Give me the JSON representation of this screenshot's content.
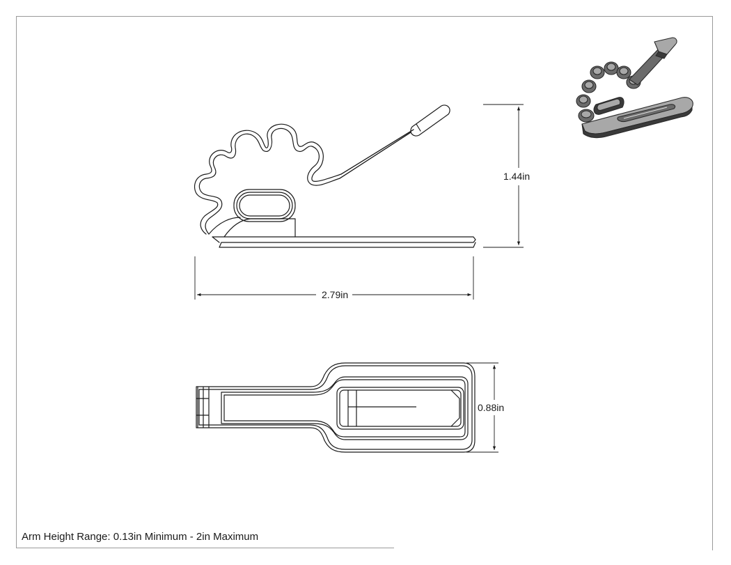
{
  "drawing": {
    "dimensions": {
      "height": "1.44in",
      "length": "2.79in",
      "width": "0.88in"
    },
    "note": "Arm Height Range: 0.13in Minimum - 2in Maximum"
  },
  "colors": {
    "line": "#1a1a1a",
    "frame": "#9a9a9a",
    "iso_dark": "#3a3a3a",
    "iso_mid": "#6b6b6b",
    "iso_light": "#a8a8a8"
  }
}
